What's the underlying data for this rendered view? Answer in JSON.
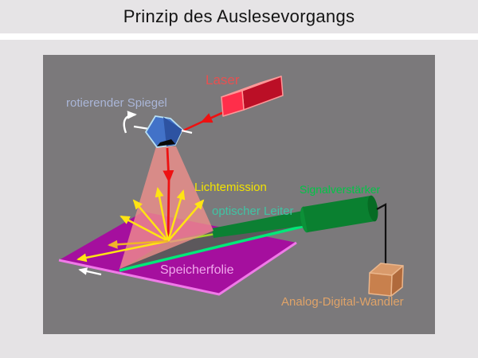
{
  "title": "Prinzip des Auslesevorgangs",
  "diagram": {
    "background_color": "#7b797b",
    "components": {
      "laser": {
        "label": "Laser",
        "color": "#e85050",
        "shape_color": "#c01226"
      },
      "rotating_mirror": {
        "label": "rotierender Spiegel",
        "color": "#aab6d8",
        "shape_color": "#4272c8"
      },
      "light_emission": {
        "label": "Lichtemission",
        "color": "#f2e300",
        "arrow_color": "#ffe413"
      },
      "optical_guide": {
        "label": "optischer Leiter",
        "color": "#3fc4a4",
        "line_color": "#00e878"
      },
      "signal_amplifier": {
        "label": "Signalverstärker",
        "color": "#00c546",
        "shape_color": "#0a8030"
      },
      "storage_plate": {
        "label": "Speicherfolie",
        "color": "#f0a8ec",
        "shape_color": "#a50f9e",
        "edge_color": "#f07ae8"
      },
      "adc": {
        "label": "Analog-Digital-Wandler",
        "color": "#e0a368",
        "shape_color": "#c8804d"
      }
    },
    "beam_color": "#ee1111",
    "scan_fan_color": "#f2918c"
  }
}
